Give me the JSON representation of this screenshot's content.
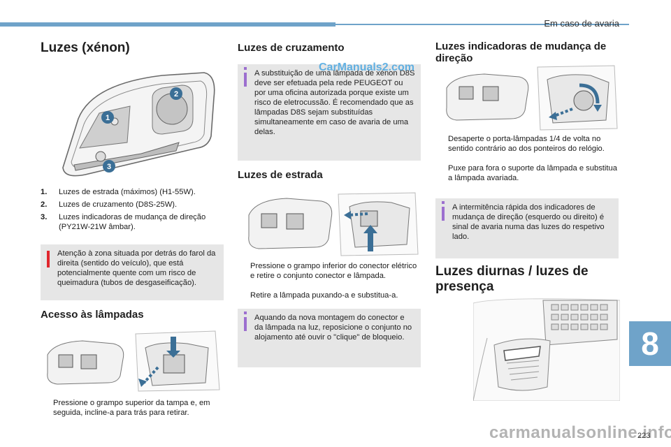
{
  "header": {
    "chapter_title": "Em caso de avaria"
  },
  "chapter_tab": {
    "number": "8"
  },
  "page_number": "223",
  "watermark": "CarManuals2.com",
  "footer_watermark": "carmanualsonline.info",
  "col1": {
    "title": "Luzes (xénon)",
    "callouts": [
      "1",
      "2",
      "3"
    ],
    "list": [
      {
        "n": "1.",
        "text": "Luzes de estrada (máximos) (H1-55W)."
      },
      {
        "n": "2.",
        "text": "Luzes de cruzamento (D8S-25W)."
      },
      {
        "n": "3.",
        "text": "Luzes indicadoras de mudança de direção (PY21W-21W âmbar)."
      }
    ],
    "warning": "Atenção à zona situada por detrás do farol da direita (sentido do veículo), que está potencialmente quente com um risco de queimadura (tubos de desgaseificação).",
    "access_title": "Acesso às lâmpadas",
    "access_step": "Pressione o grampo superior da tampa e, em seguida, incline-a para trás para retirar."
  },
  "col2": {
    "title_dipped": "Luzes de cruzamento",
    "info_dipped": "A substituição de uma lâmpada de xénon D8S deve ser efetuada pela rede PEUGEOT ou por uma oficina autorizada porque existe um risco de eletrocussão. É recomendado que as lâmpadas D8S sejam substituídas simultaneamente em caso de avaria de uma delas.",
    "title_main": "Luzes de estrada",
    "steps_main": [
      "Pressione o grampo inferior do conector elétrico e retire o conjunto conector e lâmpada.",
      "Retire a lâmpada puxando-a e substitua-a."
    ],
    "info_main": "Aquando da nova montagem do conector e da lâmpada na luz, reposicione o conjunto no alojamento até ouvir o \"clique\" de bloqueio."
  },
  "col3": {
    "title_indicators": "Luzes indicadoras de mudança de direção",
    "steps_indicators": [
      "Desaperte o porta-lâmpadas 1/4 de volta no sentido contrário ao dos ponteiros do relógio.",
      "Puxe para fora o suporte da lâmpada e substitua a lâmpada avariada."
    ],
    "info_indicators": "A intermitência rápida dos indicadores de mudança de direção (esquerdo ou direito) é sinal de avaria numa das luzes do respetivo lado.",
    "title_drl": "Luzes diurnas / luzes de presença"
  },
  "colors": {
    "accent": "#6fa3c9",
    "callout": "#3b6f96",
    "note_bg": "#e6e6e6",
    "warn": "#e0262d",
    "info": "#9c6fcf"
  },
  "bullet_glyph": "",
  "icons": {
    "warning": "exclamation-icon",
    "info": "info-icon",
    "bullet": "pointing-hand-icon"
  }
}
